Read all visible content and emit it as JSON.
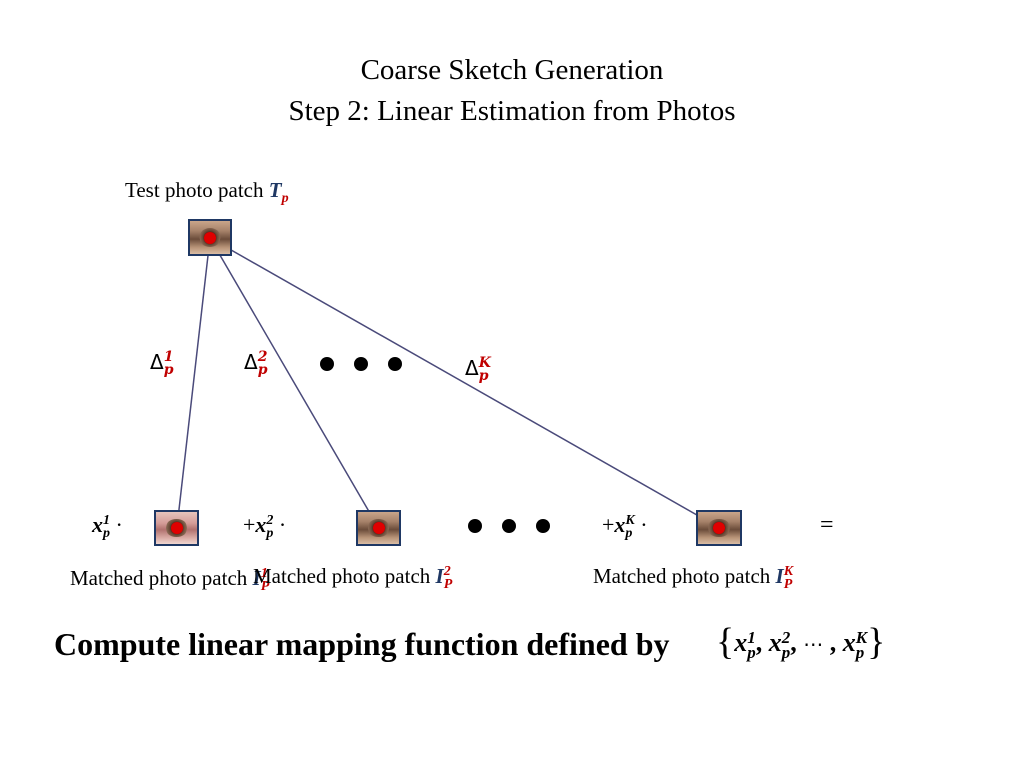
{
  "title": {
    "line1": "Coarse Sketch Generation",
    "line2": "Step 2: Linear Estimation from Photos"
  },
  "test_patch": {
    "label": "Test photo patch ",
    "symbol": "T",
    "subscript": "p"
  },
  "deltas": [
    {
      "symbol": "Δ",
      "sup": "1",
      "sub": "p"
    },
    {
      "symbol": "Δ",
      "sup": "2",
      "sub": "p"
    },
    {
      "symbol": "Δ",
      "sup": "K",
      "sub": "p"
    }
  ],
  "coefficients": [
    {
      "prefix": "",
      "symbol": "x",
      "sup": "1",
      "sub": "p",
      "suffix": " ·"
    },
    {
      "prefix": "+",
      "symbol": "x",
      "sup": "2",
      "sub": "p",
      "suffix": " ·"
    },
    {
      "prefix": "+",
      "symbol": "x",
      "sup": "K",
      "sub": "p",
      "suffix": " ·"
    }
  ],
  "equals": "=",
  "matched_patches": [
    {
      "label": "Matched photo patch ",
      "symbol": "I",
      "sup": "1",
      "sub": "P"
    },
    {
      "label": "Matched photo patch ",
      "symbol": "I",
      "sup": "2",
      "sub": "P"
    },
    {
      "label": "Matched photo patch ",
      "symbol": "I",
      "sup": "K",
      "sub": "P"
    }
  ],
  "summary": {
    "text": "Compute linear mapping function defined by",
    "set_open": "{",
    "set_body": "x, x, ⋯ , x",
    "set_close": "}",
    "items": [
      {
        "symbol": "x",
        "sup": "1",
        "sub": "p"
      },
      {
        "symbol": "x",
        "sup": "2",
        "sub": "p"
      },
      {
        "symbol": "⋯",
        "sup": "",
        "sub": ""
      },
      {
        "symbol": "x",
        "sup": "K",
        "sub": "p"
      }
    ]
  },
  "colors": {
    "navy": "#1f3864",
    "red": "#c00000",
    "line": "#4a4a7a"
  }
}
